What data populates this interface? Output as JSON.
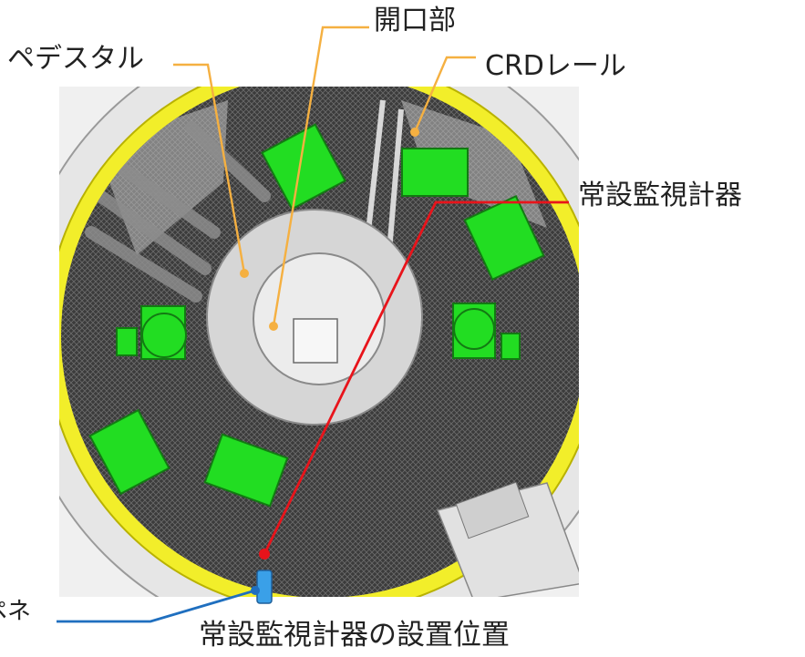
{
  "labels": {
    "opening": "開口部",
    "pedestal": "ペデスタル",
    "crd_rail": "CRDレール",
    "permanent_monitor": "常設監視計器",
    "penetration": "ペネ",
    "caption": "常設監視計器の設置位置"
  },
  "colors": {
    "leader_orange": "#f5b041",
    "leader_red": "#e8141b",
    "leader_blue": "#1f6fbf",
    "equipment_green": "#22dd22",
    "liner_yellow": "#f2ee2a",
    "pedestal_gray": "#d6d6d6",
    "grating_dark": "#3a3a3a"
  },
  "icons": [
    "drywell-cross-section-illustration"
  ]
}
